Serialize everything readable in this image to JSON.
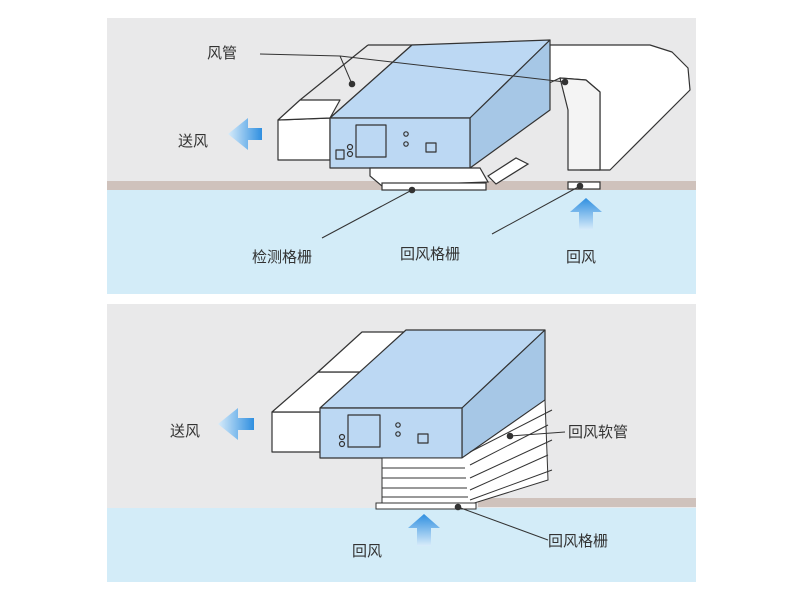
{
  "colors": {
    "panel_bg": "#e9e9ea",
    "room": "#d3ecf8",
    "ceiling": "#cfc2bc",
    "unit_blue": "#bcd8f3",
    "unit_side": "#a6c7e6",
    "duct_white": "#ffffff",
    "line": "#333333",
    "arrow": "#3b9be3"
  },
  "top_panel": {
    "labels": {
      "duct": "风管",
      "supply_air": "送风",
      "access_grille": "检测格栅",
      "return_grille": "回风格栅",
      "return_air": "回风"
    },
    "icons": {
      "supply_arrow": "arrow-left-icon",
      "return_arrow": "arrow-up-icon"
    }
  },
  "bottom_panel": {
    "labels": {
      "supply_air": "送风",
      "return_flex_duct": "回风软管",
      "return_air": "回风",
      "return_grille": "回风格栅"
    },
    "icons": {
      "supply_arrow": "arrow-left-icon",
      "return_arrow": "arrow-up-icon"
    }
  }
}
